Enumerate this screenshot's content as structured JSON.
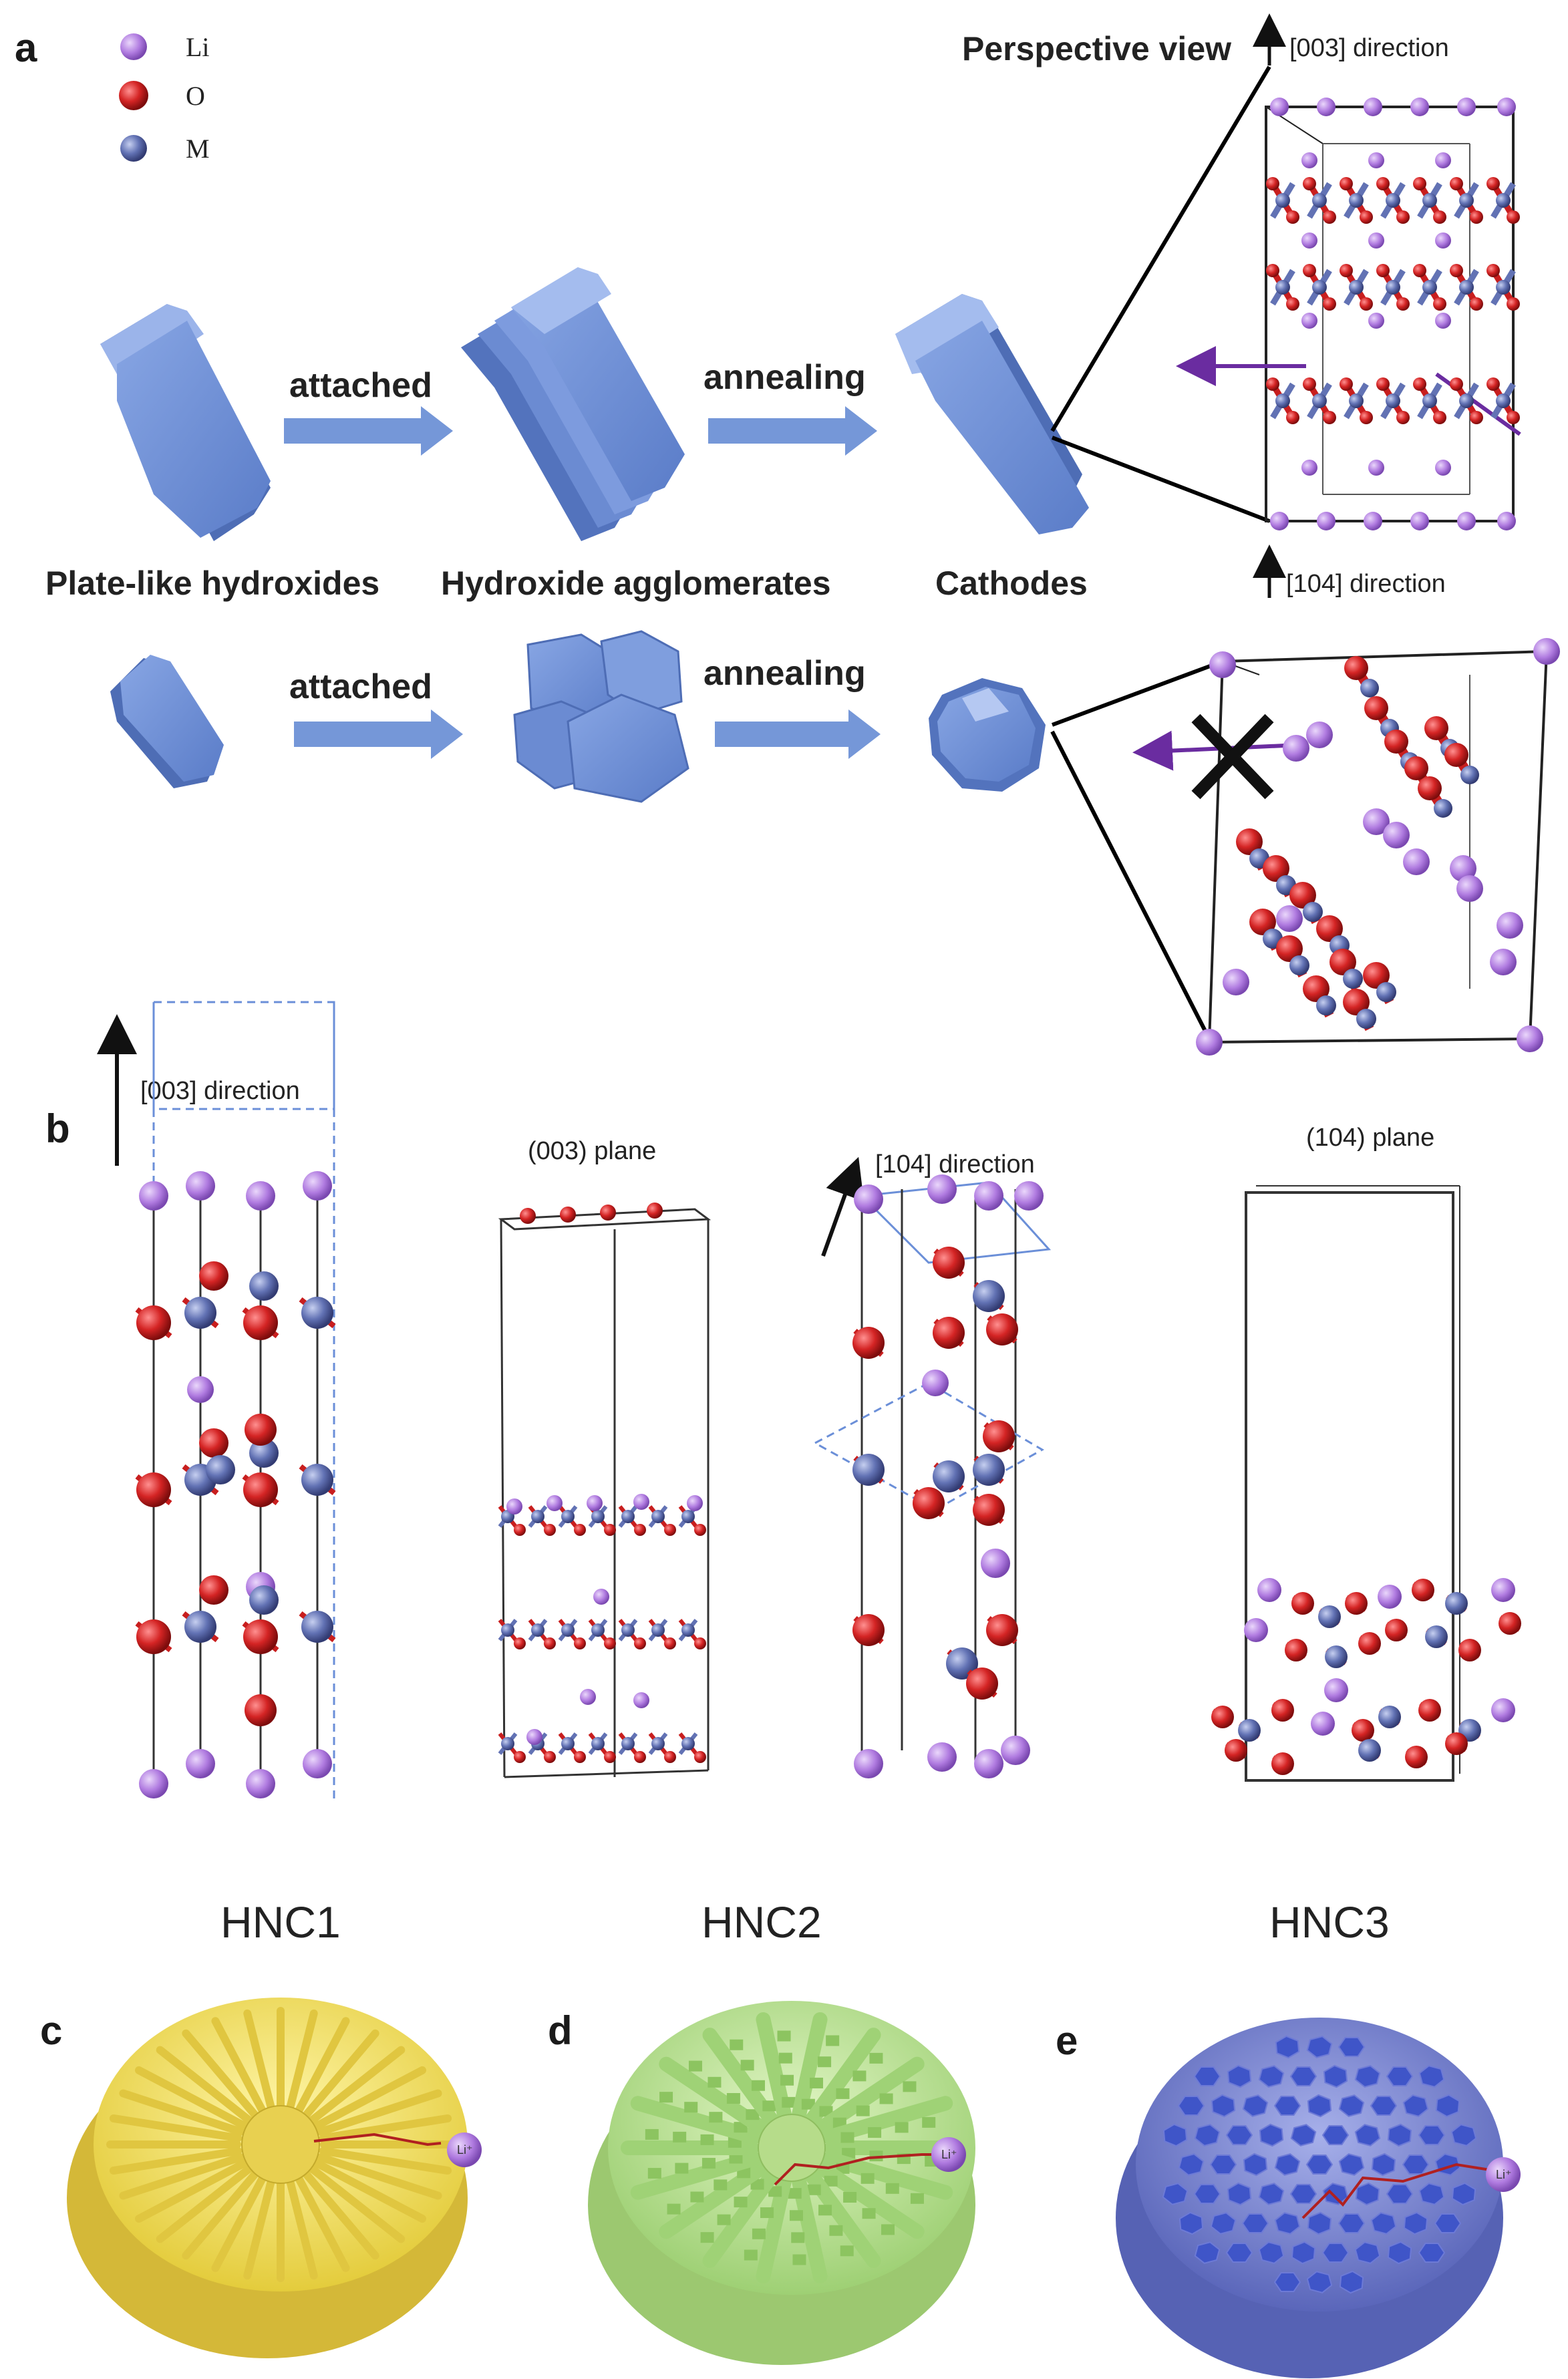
{
  "panels": {
    "a": "a",
    "b": "b",
    "c": "c",
    "d": "d",
    "e": "e"
  },
  "legend": [
    {
      "symbol": "Li",
      "color": "#b07be0"
    },
    {
      "symbol": "O",
      "color": "#d42424"
    },
    {
      "symbol": "M",
      "color": "#6272b4"
    }
  ],
  "panel_a": {
    "perspective_view": "Perspective view",
    "dir_003": "[003] direction",
    "dir_104": "[104] direction",
    "attached_top": "attached",
    "annealing_top": "annealing",
    "attached_bottom": "attached",
    "annealing_bottom": "annealing",
    "label_plate": "Plate-like hydroxides",
    "label_agglomerates": "Hydroxide agglomerates",
    "label_cathodes": "Cathodes"
  },
  "panel_b": {
    "dir_003": "[003] direction",
    "plane_003": "(003)  plane",
    "dir_104": "[104] direction",
    "plane_104": "(104)  plane"
  },
  "panel_cde": {
    "hnc1": "HNC1",
    "hnc2": "HNC2",
    "hnc3": "HNC3",
    "li_ion": "Li⁺"
  },
  "colors": {
    "plate_blue": "#6f8fd8",
    "arrow_blue": "#7597d8",
    "li": "#b07be0",
    "o": "#d42424",
    "m": "#6272b4",
    "hnc1": "#f0e060",
    "hnc2": "#b8e090",
    "hnc3": "#7d89d6"
  }
}
